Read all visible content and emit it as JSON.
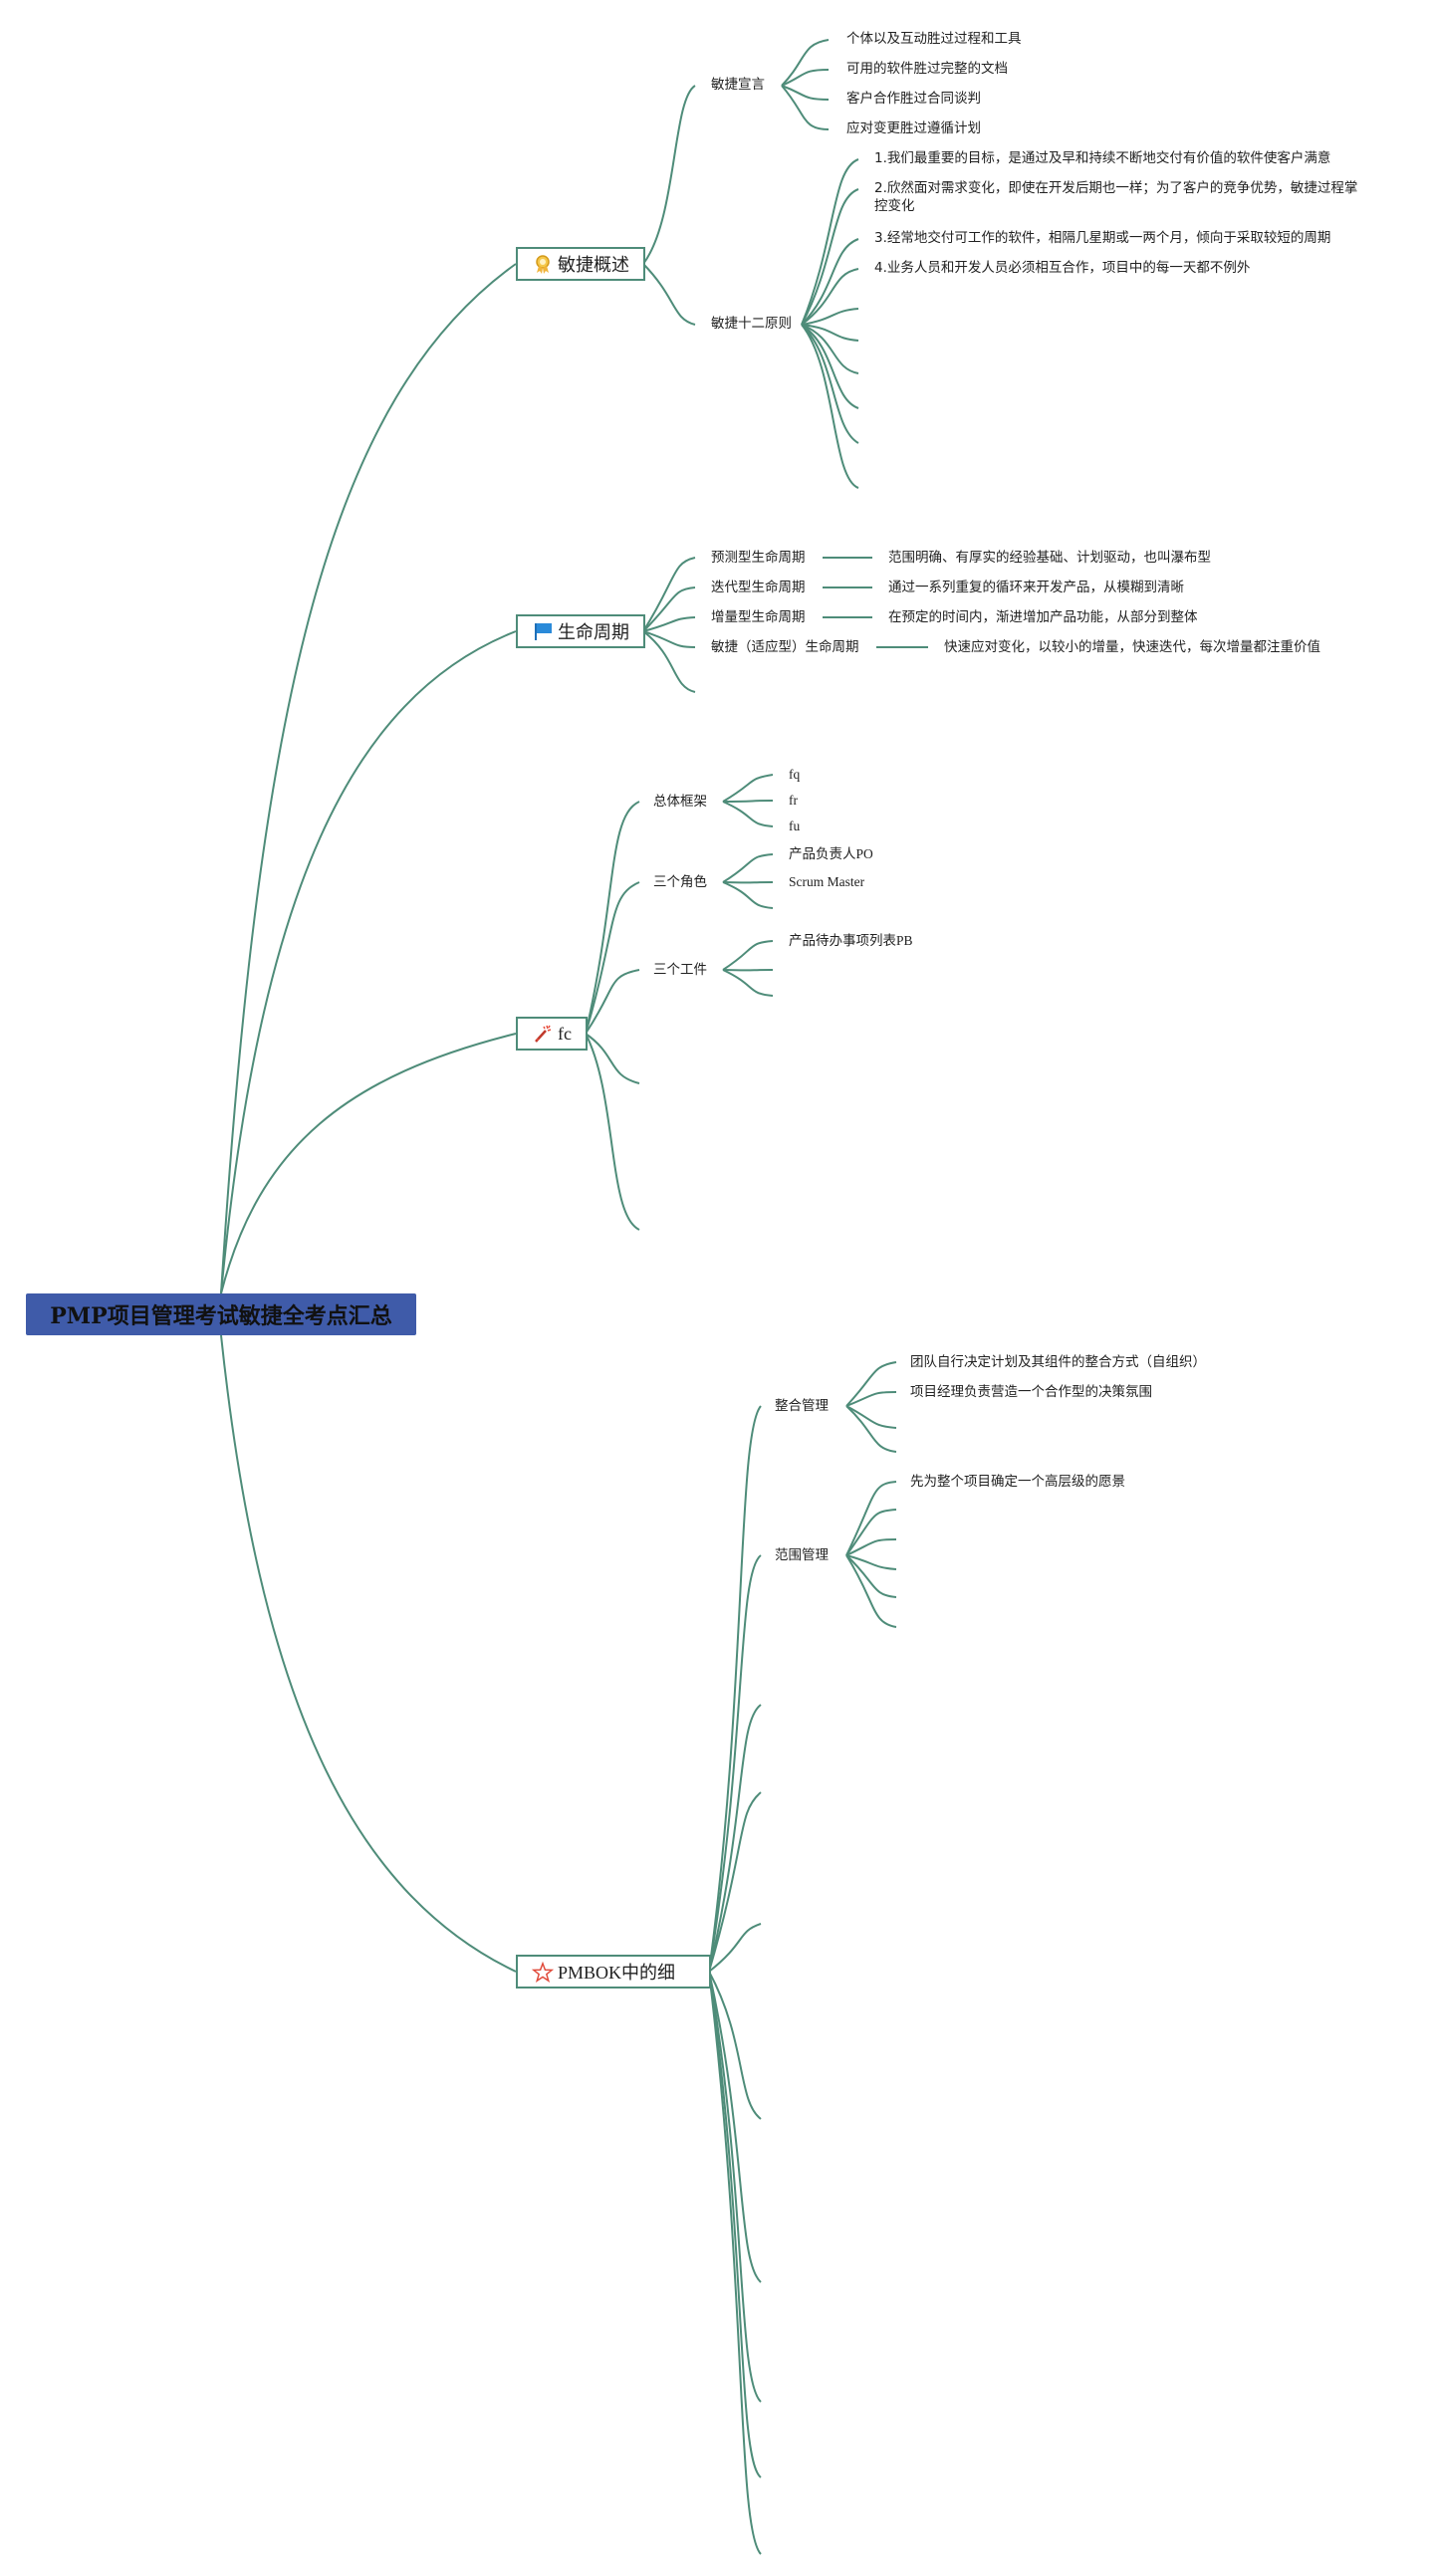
{
  "root": "PMP项目管理考试敏捷全考点汇总",
  "branch1": {
    "label": "敏捷概述",
    "icon": "award-ribbon-icon",
    "manifesto": {
      "label": "敏捷宣言",
      "items": [
        "个体以及互动胜过过程和工具",
        "可用的软件胜过完整的文档",
        "客户合作胜过合同谈判",
        "应对变更胜过遵循计划"
      ]
    },
    "principles": {
      "label": "敏捷十二原则",
      "items": [
        "1.我们最重要的目标，是通过及早和持续不断地交付有价值的软件使客户满意",
        "2.欣然面对需求变化，即使在开发后期也一样；为了客户的竞争优势，敏捷过程掌控变化",
        "3.经常地交付可工作的软件，相隔几星期或一两个月，倾向于采取较短的周期",
        "4.业务人员和开发人员必须相互合作，项目中的每一天都不例外"
      ]
    }
  },
  "branch2": {
    "label": "生命周期",
    "icon": "blue-flag-icon",
    "items": [
      {
        "label": "预测型生命周期",
        "desc": "范围明确、有厚实的经验基础、计划驱动，也叫瀑布型"
      },
      {
        "label": "迭代型生命周期",
        "desc": "通过一系列重复的循环来开发产品，从模糊到清晰"
      },
      {
        "label": "增量型生命周期",
        "desc": "在预定的时间内，渐进增加产品功能，从部分到整体"
      },
      {
        "label": "敏捷（适应型）生命周期",
        "desc": "快速应对变化，以较小的增量，快速迭代，每次增量都注重价值"
      }
    ]
  },
  "branch3": {
    "label": "fc",
    "icon": "magic-wand-icon",
    "framework": {
      "label": "总体框架",
      "items": [
        "fq",
        "fr",
        "fu"
      ]
    },
    "roles": {
      "label": "三个角色",
      "items": [
        "产品负责人PO",
        "Scrum Master"
      ]
    },
    "artifacts": {
      "label": "三个工件",
      "items": [
        "产品待办事项列表PB"
      ]
    }
  },
  "branch4": {
    "label": "PMBOK中的细",
    "icon": "red-star-icon",
    "integration": {
      "label": "整合管理",
      "items": [
        "团队自行决定计划及其组件的整合方式（自组织）",
        "项目经理负责营造一个合作型的决策氛围"
      ]
    },
    "scope": {
      "label": "范围管理",
      "items": [
        "先为整个项目确定一个高层级的愿景"
      ]
    }
  },
  "colors": {
    "connector": "#4e8c79",
    "root_fill": "#3f5ba9",
    "root_text": "#111111"
  }
}
